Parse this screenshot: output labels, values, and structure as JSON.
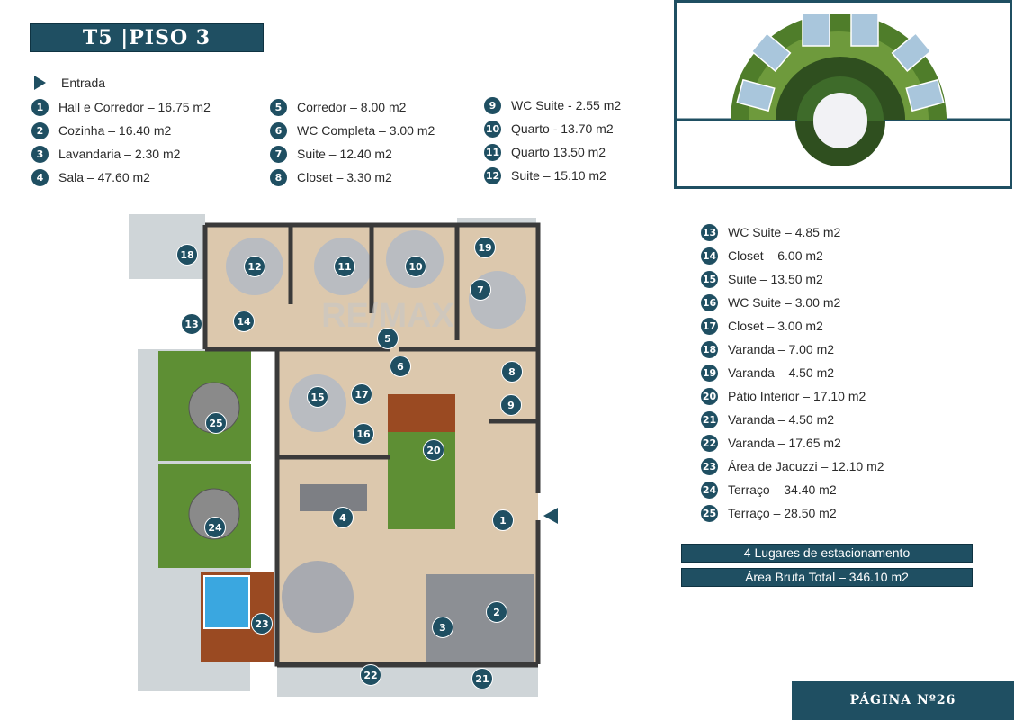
{
  "header": {
    "title": "T5  |PISO 3"
  },
  "legend": {
    "entrance_label": "Entrada",
    "col1": [
      {
        "n": "1",
        "text": "Hall e Corredor – 16.75 m2"
      },
      {
        "n": "2",
        "text": "Cozinha – 16.40 m2"
      },
      {
        "n": "3",
        "text": "Lavandaria – 2.30 m2"
      },
      {
        "n": "4",
        "text": "Sala – 47.60 m2"
      }
    ],
    "col2": [
      {
        "n": "5",
        "text": "Corredor – 8.00 m2"
      },
      {
        "n": "6",
        "text": "WC Completa – 3.00 m2"
      },
      {
        "n": "7",
        "text": "Suite – 12.40 m2"
      },
      {
        "n": "8",
        "text": "Closet – 3.30 m2"
      }
    ],
    "col3": [
      {
        "n": "9",
        "text": "WC Suite - 2.55 m2"
      },
      {
        "n": "10",
        "text": "Quarto - 13.70 m2"
      },
      {
        "n": "11",
        "text": "Quarto 13.50 m2"
      },
      {
        "n": "12",
        "text": "Suite – 15.10 m2"
      }
    ],
    "col4": [
      {
        "n": "13",
        "text": "WC Suite – 4.85 m2"
      },
      {
        "n": "14",
        "text": "Closet – 6.00 m2"
      },
      {
        "n": "15",
        "text": "Suite – 13.50 m2"
      },
      {
        "n": "16",
        "text": "WC Suite – 3.00 m2"
      },
      {
        "n": "17",
        "text": "Closet – 3.00 m2"
      },
      {
        "n": "18",
        "text": "Varanda – 7.00 m2"
      },
      {
        "n": "19",
        "text": "Varanda – 4.50 m2"
      },
      {
        "n": "20",
        "text": "Pátio Interior – 17.10 m2"
      },
      {
        "n": "21",
        "text": "Varanda – 4.50 m2"
      },
      {
        "n": "22",
        "text": "Varanda – 17.65 m2"
      },
      {
        "n": "23",
        "text": "Área de Jacuzzi – 12.10 m2"
      },
      {
        "n": "24",
        "text": "Terraço – 34.40 m2"
      },
      {
        "n": "25",
        "text": "Terraço – 28.50 m2"
      }
    ]
  },
  "info": {
    "parking": "4 Lugares de estacionamento",
    "total_area": "Área Bruta Total – 346.10 m2"
  },
  "footer": {
    "page": "PÁGINA Nº26"
  },
  "watermark": "RE/MAX",
  "colors": {
    "brand": "#1f4f62",
    "floor": "#dcc8ad",
    "lawn": "#5e8f34",
    "deck": "#9a4a22",
    "pool": "#3aa7e0"
  }
}
